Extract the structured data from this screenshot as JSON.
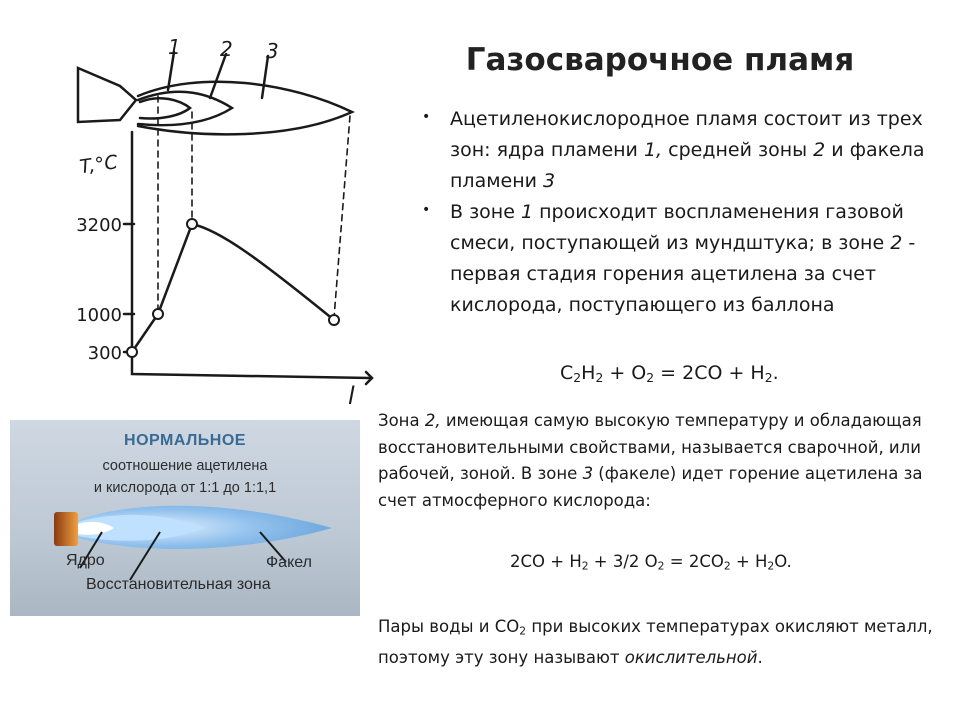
{
  "title": "Газосварочное пламя",
  "diagram": {
    "zone_labels": [
      "1",
      "2",
      "3"
    ],
    "axis": {
      "y_label": "T,°C",
      "x_label": "l"
    },
    "ticks": [
      "3200",
      "1000",
      "300"
    ],
    "temperature_points": [
      300,
      1000,
      3200,
      1000
    ]
  },
  "bullets": [
    {
      "parts": [
        "Ацетиленокислородное пламя состоит из трех зон: ядра пламени ",
        "1,",
        " средней зоны ",
        "2",
        " и факела пламени ",
        "3"
      ]
    },
    {
      "parts": [
        "В зоне ",
        "1",
        " происходит воспламенения газовой смеси, поступающей из мундштука; в зоне ",
        "2",
        " - первая стадия горения ацетилена за счет кислорода, поступающего из баллона"
      ]
    }
  ],
  "equation1": {
    "a": "C",
    "b": "2",
    "c": "H",
    "d": "2",
    "e": " + O",
    "f": "2",
    "g": " = 2CO + H",
    "h": "2",
    "i": "."
  },
  "paragraph1": {
    "p1": "Зона ",
    "p2": "2,",
    "p3": " имеющая самую высокую температуру и обладающая восстановительными свойствами, называется сварочной, или рабочей, зоной. В зоне ",
    "p4": "3",
    "p5": " (факеле) идет горение ацетилена за счет атмосферного кислорода:"
  },
  "equation2": {
    "a": "2CO + H",
    "b": "2",
    "c": " + 3/2 O",
    "d": "2",
    "e": " = 2CO",
    "f": "2",
    "g": " + H",
    "h": "2",
    "i": "O."
  },
  "paragraph2": {
    "p1": "Пары воды и CO",
    "p2": "2",
    "p3": " при высоких температурах окисляют металл, поэтому эту зону называют ",
    "p4": "окислительной",
    "p5": "."
  },
  "photo": {
    "heading": "НОРМАЛЬНОЕ",
    "line1": "соотношение ацетилена",
    "line2": "и кислорода от 1:1 до 1:1,1",
    "label_core": "Ядро",
    "label_torch": "Факел",
    "label_zone": "Восстановительная зона",
    "colors": {
      "heading": "#3a6a94",
      "flame": "#7ab4ea",
      "nozzle": "#d98a2b"
    }
  }
}
